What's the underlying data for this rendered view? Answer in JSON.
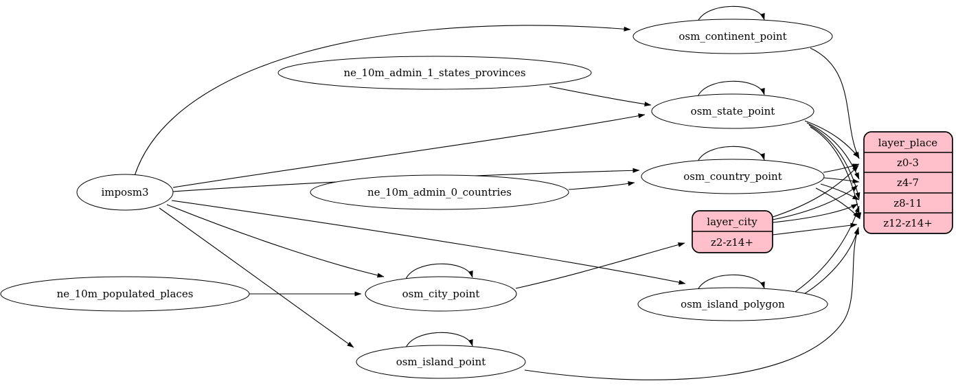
{
  "diagram": {
    "type": "etl-graph",
    "colors": {
      "background": "#ffffff",
      "node_fill": "#ffffff",
      "record_fill": "#ffc0cb",
      "stroke": "#000000"
    },
    "nodes": {
      "imposm3": {
        "label": "imposm3"
      },
      "ne_10m_admin_1_states_provinces": {
        "label": "ne_10m_admin_1_states_provinces"
      },
      "ne_10m_admin_0_countries": {
        "label": "ne_10m_admin_0_countries"
      },
      "ne_10m_populated_places": {
        "label": "ne_10m_populated_places"
      },
      "osm_continent_point": {
        "label": "osm_continent_point"
      },
      "osm_state_point": {
        "label": "osm_state_point"
      },
      "osm_country_point": {
        "label": "osm_country_point"
      },
      "osm_city_point": {
        "label": "osm_city_point"
      },
      "osm_island_polygon": {
        "label": "osm_island_polygon"
      },
      "osm_island_point": {
        "label": "osm_island_point"
      }
    },
    "records": {
      "layer_city": {
        "title": "layer_city",
        "rows": [
          "z2-z14+"
        ]
      },
      "layer_place": {
        "title": "layer_place",
        "rows": [
          "z0-3",
          "z4-7",
          "z8-11",
          "z12-z14+"
        ]
      }
    },
    "edges": [
      {
        "from": "imposm3",
        "to": "osm_continent_point"
      },
      {
        "from": "imposm3",
        "to": "osm_state_point"
      },
      {
        "from": "imposm3",
        "to": "osm_country_point"
      },
      {
        "from": "imposm3",
        "to": "osm_city_point"
      },
      {
        "from": "imposm3",
        "to": "osm_island_polygon"
      },
      {
        "from": "imposm3",
        "to": "osm_island_point"
      },
      {
        "from": "ne_10m_admin_1_states_provinces",
        "to": "osm_state_point"
      },
      {
        "from": "ne_10m_admin_0_countries",
        "to": "osm_country_point"
      },
      {
        "from": "ne_10m_populated_places",
        "to": "osm_city_point"
      },
      {
        "from": "osm_continent_point",
        "to": "osm_continent_point"
      },
      {
        "from": "osm_state_point",
        "to": "osm_state_point"
      },
      {
        "from": "osm_country_point",
        "to": "osm_country_point"
      },
      {
        "from": "osm_city_point",
        "to": "osm_city_point"
      },
      {
        "from": "osm_island_polygon",
        "to": "osm_island_polygon"
      },
      {
        "from": "osm_island_point",
        "to": "osm_island_point"
      },
      {
        "from": "osm_city_point",
        "to": "layer_city",
        "port": "z2-z14+"
      },
      {
        "from": "osm_continent_point",
        "to": "layer_place",
        "port": "z0-3"
      },
      {
        "from": "osm_state_point",
        "to": "layer_place",
        "port": "z0-3"
      },
      {
        "from": "osm_state_point",
        "to": "layer_place",
        "port": "z4-7"
      },
      {
        "from": "osm_state_point",
        "to": "layer_place",
        "port": "z8-11"
      },
      {
        "from": "osm_state_point",
        "to": "layer_place",
        "port": "z12-z14+"
      },
      {
        "from": "osm_country_point",
        "to": "layer_place",
        "port": "z0-3"
      },
      {
        "from": "osm_country_point",
        "to": "layer_place",
        "port": "z4-7"
      },
      {
        "from": "osm_country_point",
        "to": "layer_place",
        "port": "z8-11"
      },
      {
        "from": "osm_country_point",
        "to": "layer_place",
        "port": "z12-z14+"
      },
      {
        "from": "layer_city",
        "to": "layer_place",
        "port": "z0-3"
      },
      {
        "from": "layer_city",
        "to": "layer_place",
        "port": "z4-7"
      },
      {
        "from": "layer_city",
        "to": "layer_place",
        "port": "z8-11"
      },
      {
        "from": "layer_city",
        "to": "layer_place",
        "port": "z12-z14+"
      },
      {
        "from": "osm_island_polygon",
        "to": "layer_place",
        "port": "z8-11"
      },
      {
        "from": "osm_island_polygon",
        "to": "layer_place",
        "port": "z12-z14+"
      },
      {
        "from": "osm_island_point",
        "to": "layer_place",
        "port": "z12-z14+"
      }
    ]
  }
}
